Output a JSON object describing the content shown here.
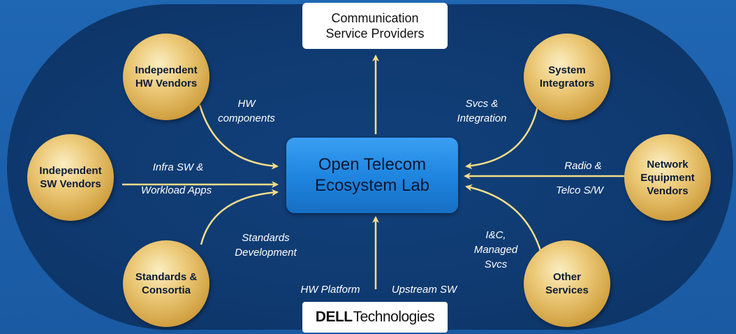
{
  "colors": {
    "background": "#1f66b3",
    "oval": "#0f3a70",
    "gold": "#e9c66f",
    "arrow": "#f5dd8a",
    "center_box": "#2a92ea",
    "label_text": "#ffffff"
  },
  "top_box": {
    "text": "Communication\nService Providers"
  },
  "center_box": {
    "text": "Open Telecom\nEcosystem Lab"
  },
  "nodes": {
    "hw_vendors": "Independent\nHW Vendors",
    "sw_vendors": "Independent\nSW Vendors",
    "standards": "Standards &\nConsortia",
    "integrators": "System\nIntegrators",
    "nev": "Network\nEquipment\nVendors",
    "other": "Other\nServices"
  },
  "edge_labels": {
    "hw_components": "HW\ncomponents",
    "infra_sw": "Infra SW &",
    "workload_apps": "Workload Apps",
    "standards_dev": "Standards\nDevelopment",
    "svcs_integration": "Svcs &\nIntegration",
    "radio": "Radio &",
    "telco_sw": "Telco S/W",
    "ic_managed": "I&C,\nManaged\nSvcs",
    "hw_platform": "HW Platform",
    "upstream_sw": "Upstream SW"
  },
  "dell_logo": {
    "brand": "DELL",
    "suffix": "Technologies"
  }
}
